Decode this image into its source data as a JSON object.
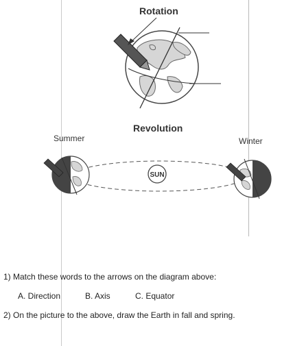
{
  "diagram": {
    "rotation_title": "Rotation",
    "revolution_title": "Revolution",
    "summer_label": "Summer",
    "winter_label": "Winter",
    "sun_label": "SUN"
  },
  "questions": {
    "q1_text": "1)  Match these words to the arrows on the diagram above:",
    "options": [
      "A. Direction",
      "B. Axis",
      "C. Equator"
    ],
    "q2_text": "2) On the picture to the above, draw the Earth in fall and spring."
  }
}
